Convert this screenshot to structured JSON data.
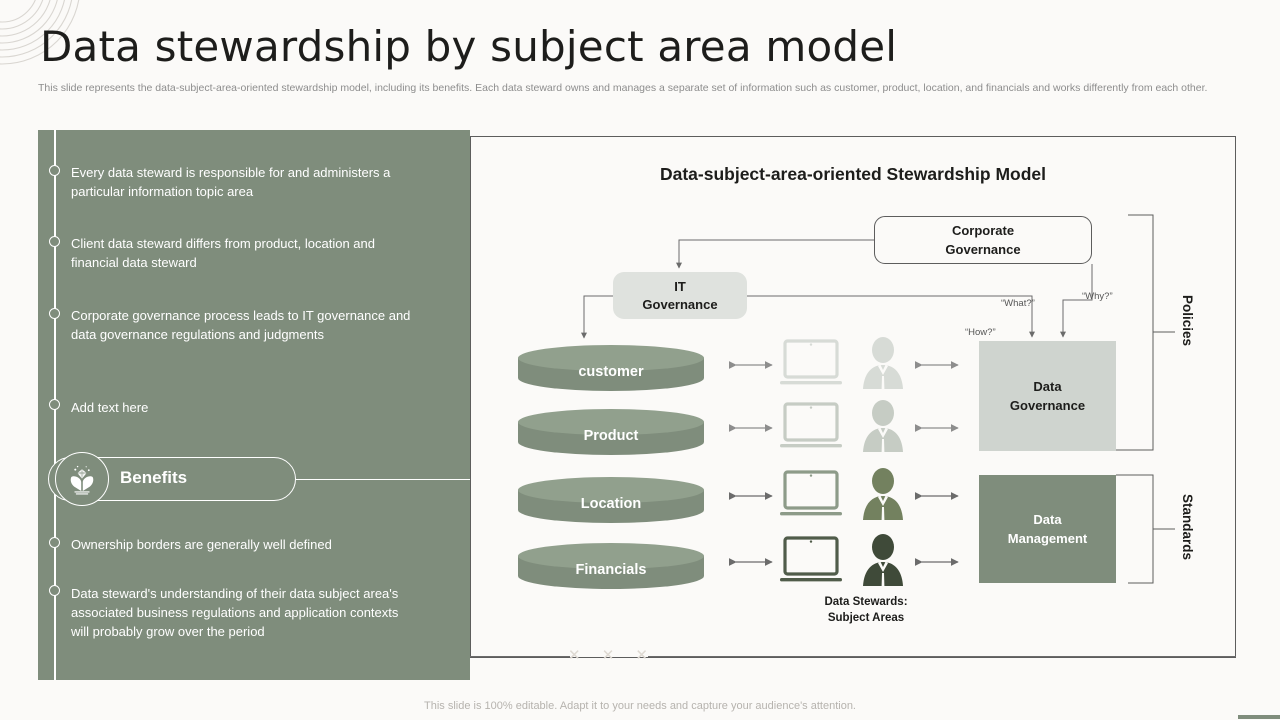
{
  "header": {
    "title": "Data stewardship by subject area model",
    "subtitle": "This slide represents the data-subject-area-oriented stewardship model, including its benefits. Each data steward owns and manages a separate set of information such as customer, product, location, and financials and works differently from each other."
  },
  "sidebar": {
    "bullets_top": [
      {
        "text": "Every data steward is responsible for and administers a particular information topic area"
      },
      {
        "text": "Client data steward differs from product, location and financial data steward"
      },
      {
        "text": "Corporate governance process leads to IT governance and data governance regulations and judgments"
      },
      {
        "text": "Add text here"
      }
    ],
    "benefits": {
      "label": "Benefits",
      "icon": "diamond-in-hands-icon"
    },
    "bullets_bottom": [
      {
        "text": "Ownership borders are generally well defined"
      },
      {
        "text": "Data steward's understanding of their data subject area's associated business regulations and application contexts will probably grow over the period"
      }
    ]
  },
  "diagram": {
    "title": "Data-subject-area-oriented Stewardship Model",
    "corporate_governance": "Corporate\nGovernance",
    "corporate_governance_line1": "Corporate",
    "corporate_governance_line2": "Governance",
    "it_governance_line1": "IT",
    "it_governance_line2": "Governance",
    "question_labels": {
      "what": "“What?”",
      "why": "“Why?”",
      "how": "“How?”"
    },
    "subject_areas": [
      {
        "label": "customer"
      },
      {
        "label": "Product"
      },
      {
        "label": "Location"
      },
      {
        "label": "Financials"
      }
    ],
    "stewards_caption_line1": "Data Stewards:",
    "stewards_caption_line2": "Subject Areas",
    "data_governance_line1": "Data",
    "data_governance_line2": "Governance",
    "data_management_line1": "Data",
    "data_management_line2": "Management",
    "bracket_labels": {
      "policies": "Policies",
      "standards": "Standards"
    },
    "x_marks": [
      "✕",
      "✕",
      "✕"
    ]
  },
  "footer": {
    "note": "This slide is 100% editable. Adapt it to your needs and capture your audience's attention."
  },
  "colors": {
    "panel_green": "#7f8d7c",
    "light_gray_box": "#cfd4cf",
    "it_gov_gray": "#dfe2de",
    "background": "#fbfaf8",
    "title_text": "#1d1d1b",
    "subtitle_text": "#8d8d8d"
  }
}
